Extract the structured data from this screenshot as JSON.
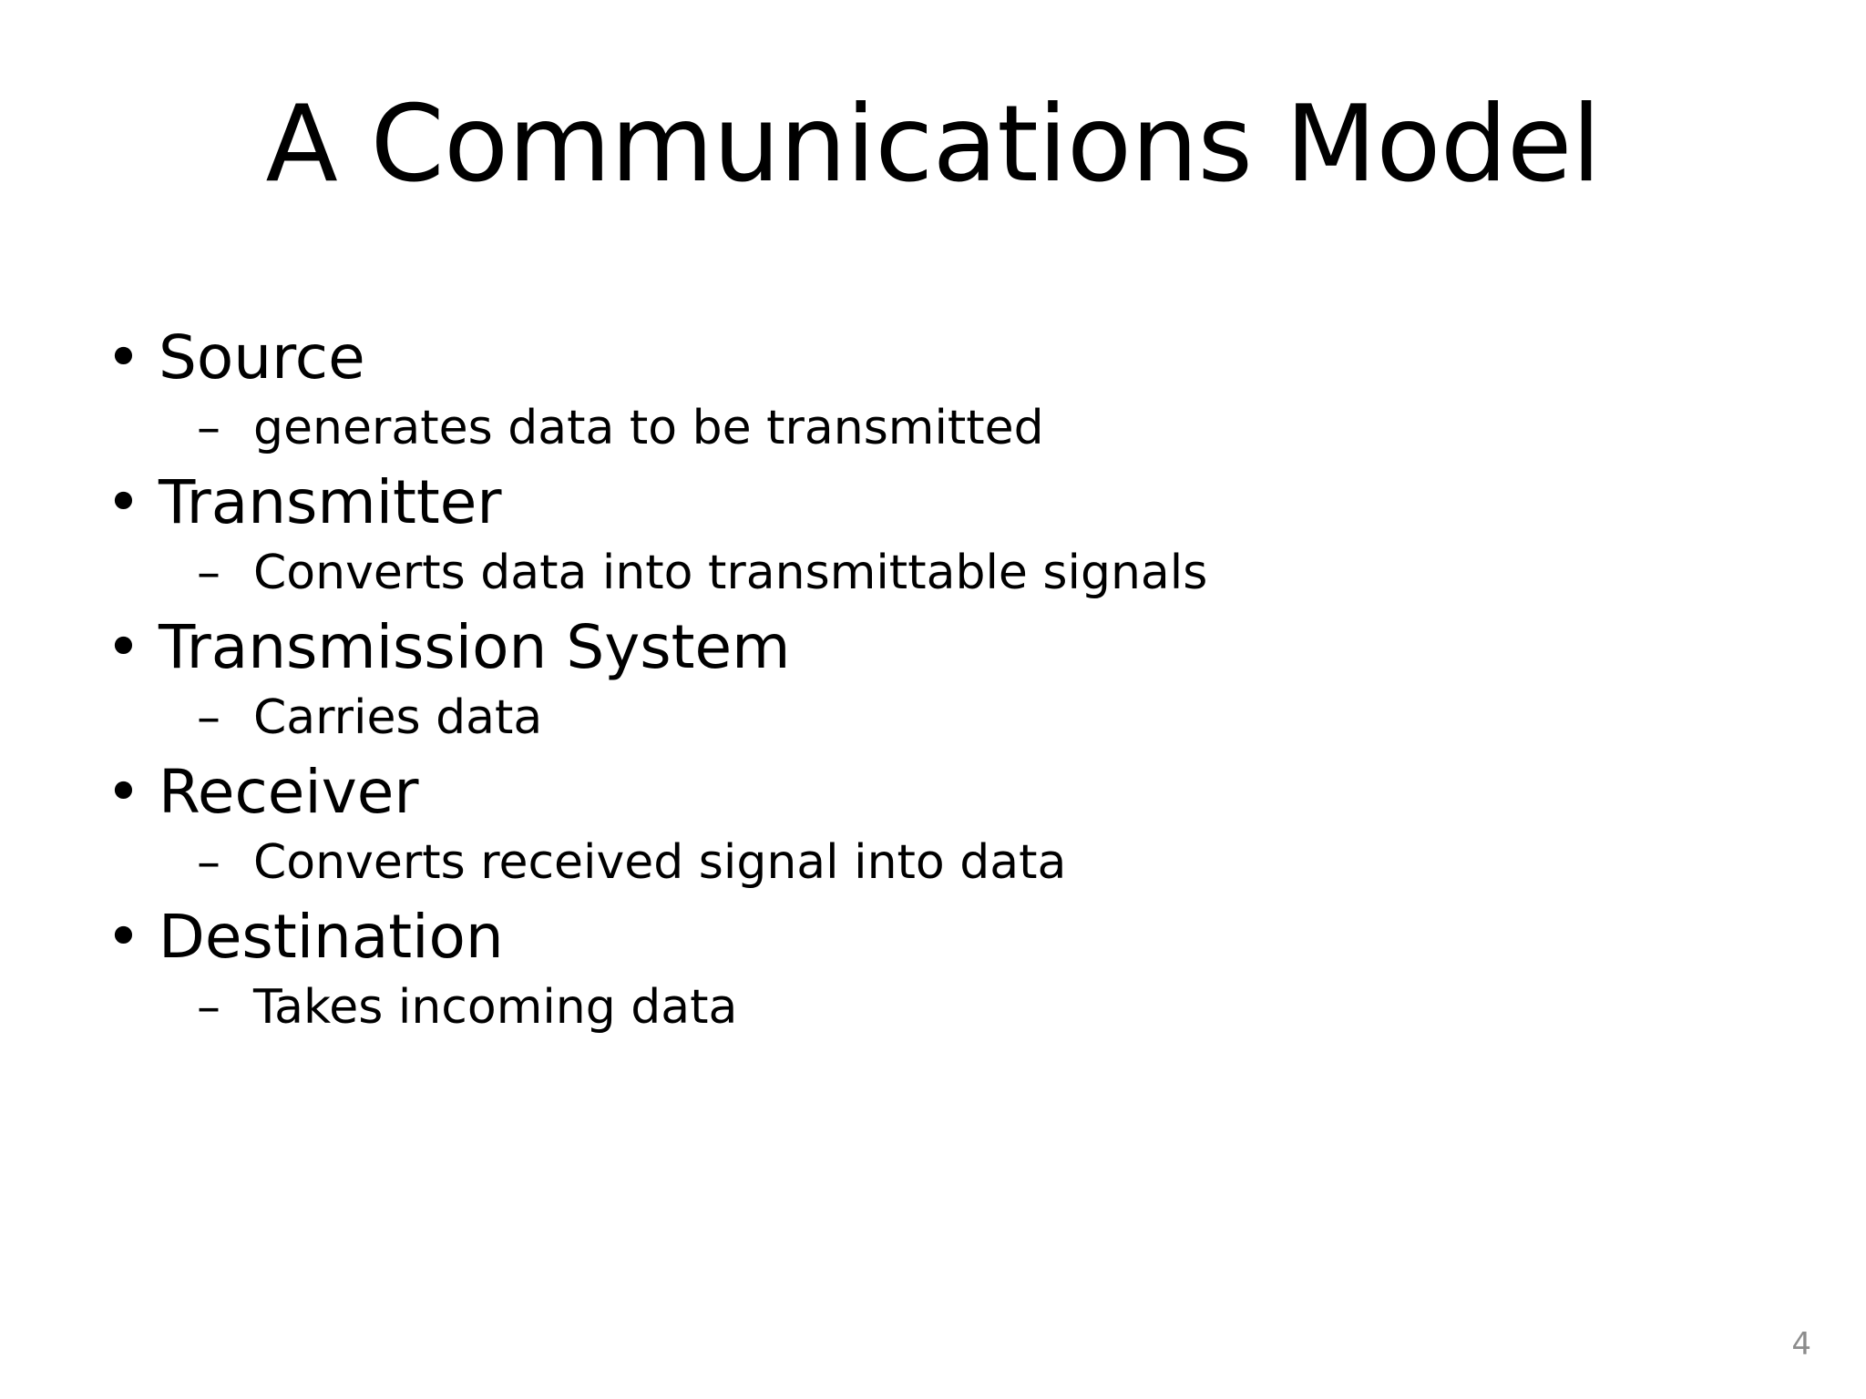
{
  "slide": {
    "title": "A Communications Model",
    "page_number": "4",
    "background_color": "#ffffff",
    "text_color": "#000000",
    "page_number_color": "#8c8c8c",
    "level1_bullet_glyph": "•",
    "level2_bullet_glyph": "–",
    "items": [
      {
        "label": "Source",
        "sub": [
          {
            "label": "generates data to be transmitted"
          }
        ]
      },
      {
        "label": "Transmitter",
        "sub": [
          {
            "label": "Converts data into transmittable signals"
          }
        ]
      },
      {
        "label": "Transmission System",
        "sub": [
          {
            "label": "Carries data"
          }
        ]
      },
      {
        "label": "Receiver",
        "sub": [
          {
            "label": "Converts received signal into data"
          }
        ]
      },
      {
        "label": "Destination",
        "sub": [
          {
            "label": "Takes incoming data"
          }
        ]
      }
    ]
  }
}
